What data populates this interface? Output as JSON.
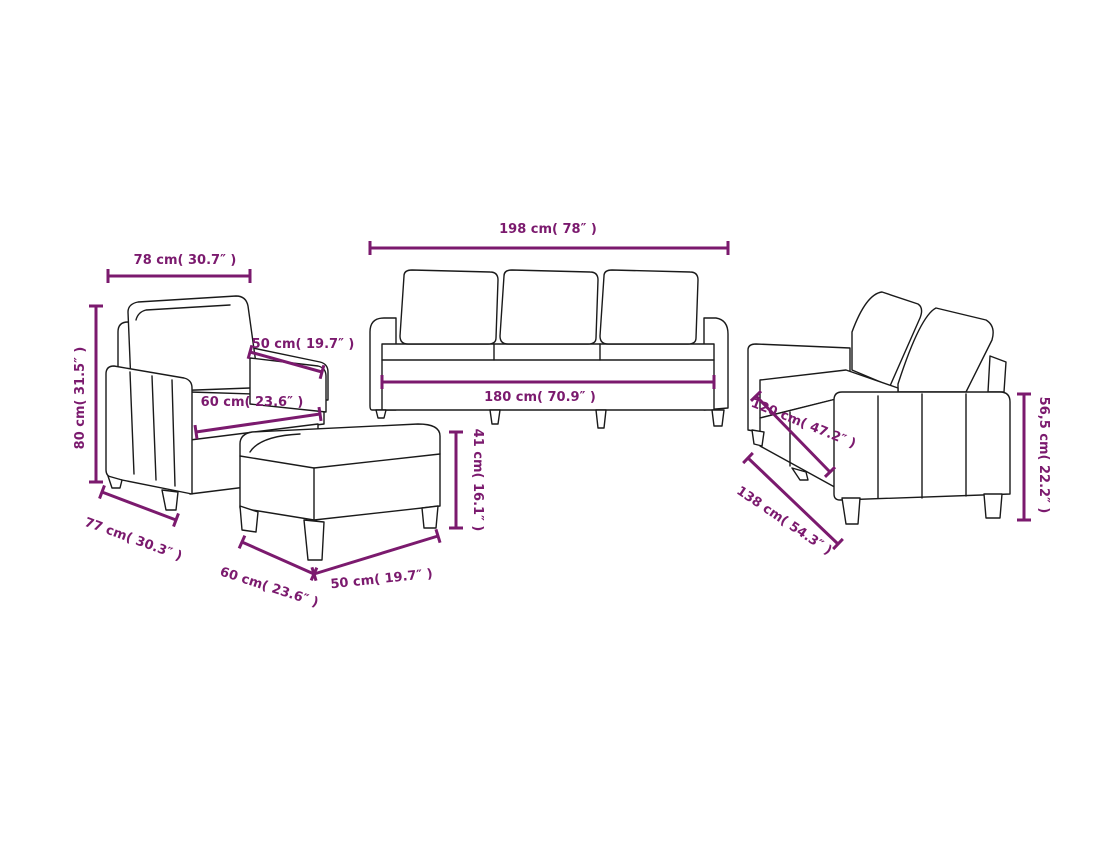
{
  "colors": {
    "dimension": "#7b1a6e",
    "outline": "#1a1a1a",
    "background": "#ffffff"
  },
  "armchair": {
    "width": "78 cm( 30.7″ )",
    "height": "80 cm( 31.5″ )",
    "depth": "77 cm( 30.3″ )",
    "seat_depth": "50 cm( 19.7″ )",
    "seat_width": "60 cm( 23.6″ )"
  },
  "footstool": {
    "height": "41 cm( 16.1″ )",
    "depth": "60 cm( 23.6″ )",
    "width": "50 cm( 19.7″ )"
  },
  "three_seater": {
    "width": "198 cm( 78″ )",
    "seat_width": "180 cm( 70.9″ )"
  },
  "two_seater": {
    "seat_width": "120 cm( 47.2″ )",
    "width": "138 cm( 54.3″ )",
    "arm_height": "56,5 cm( 22.2″ )"
  }
}
